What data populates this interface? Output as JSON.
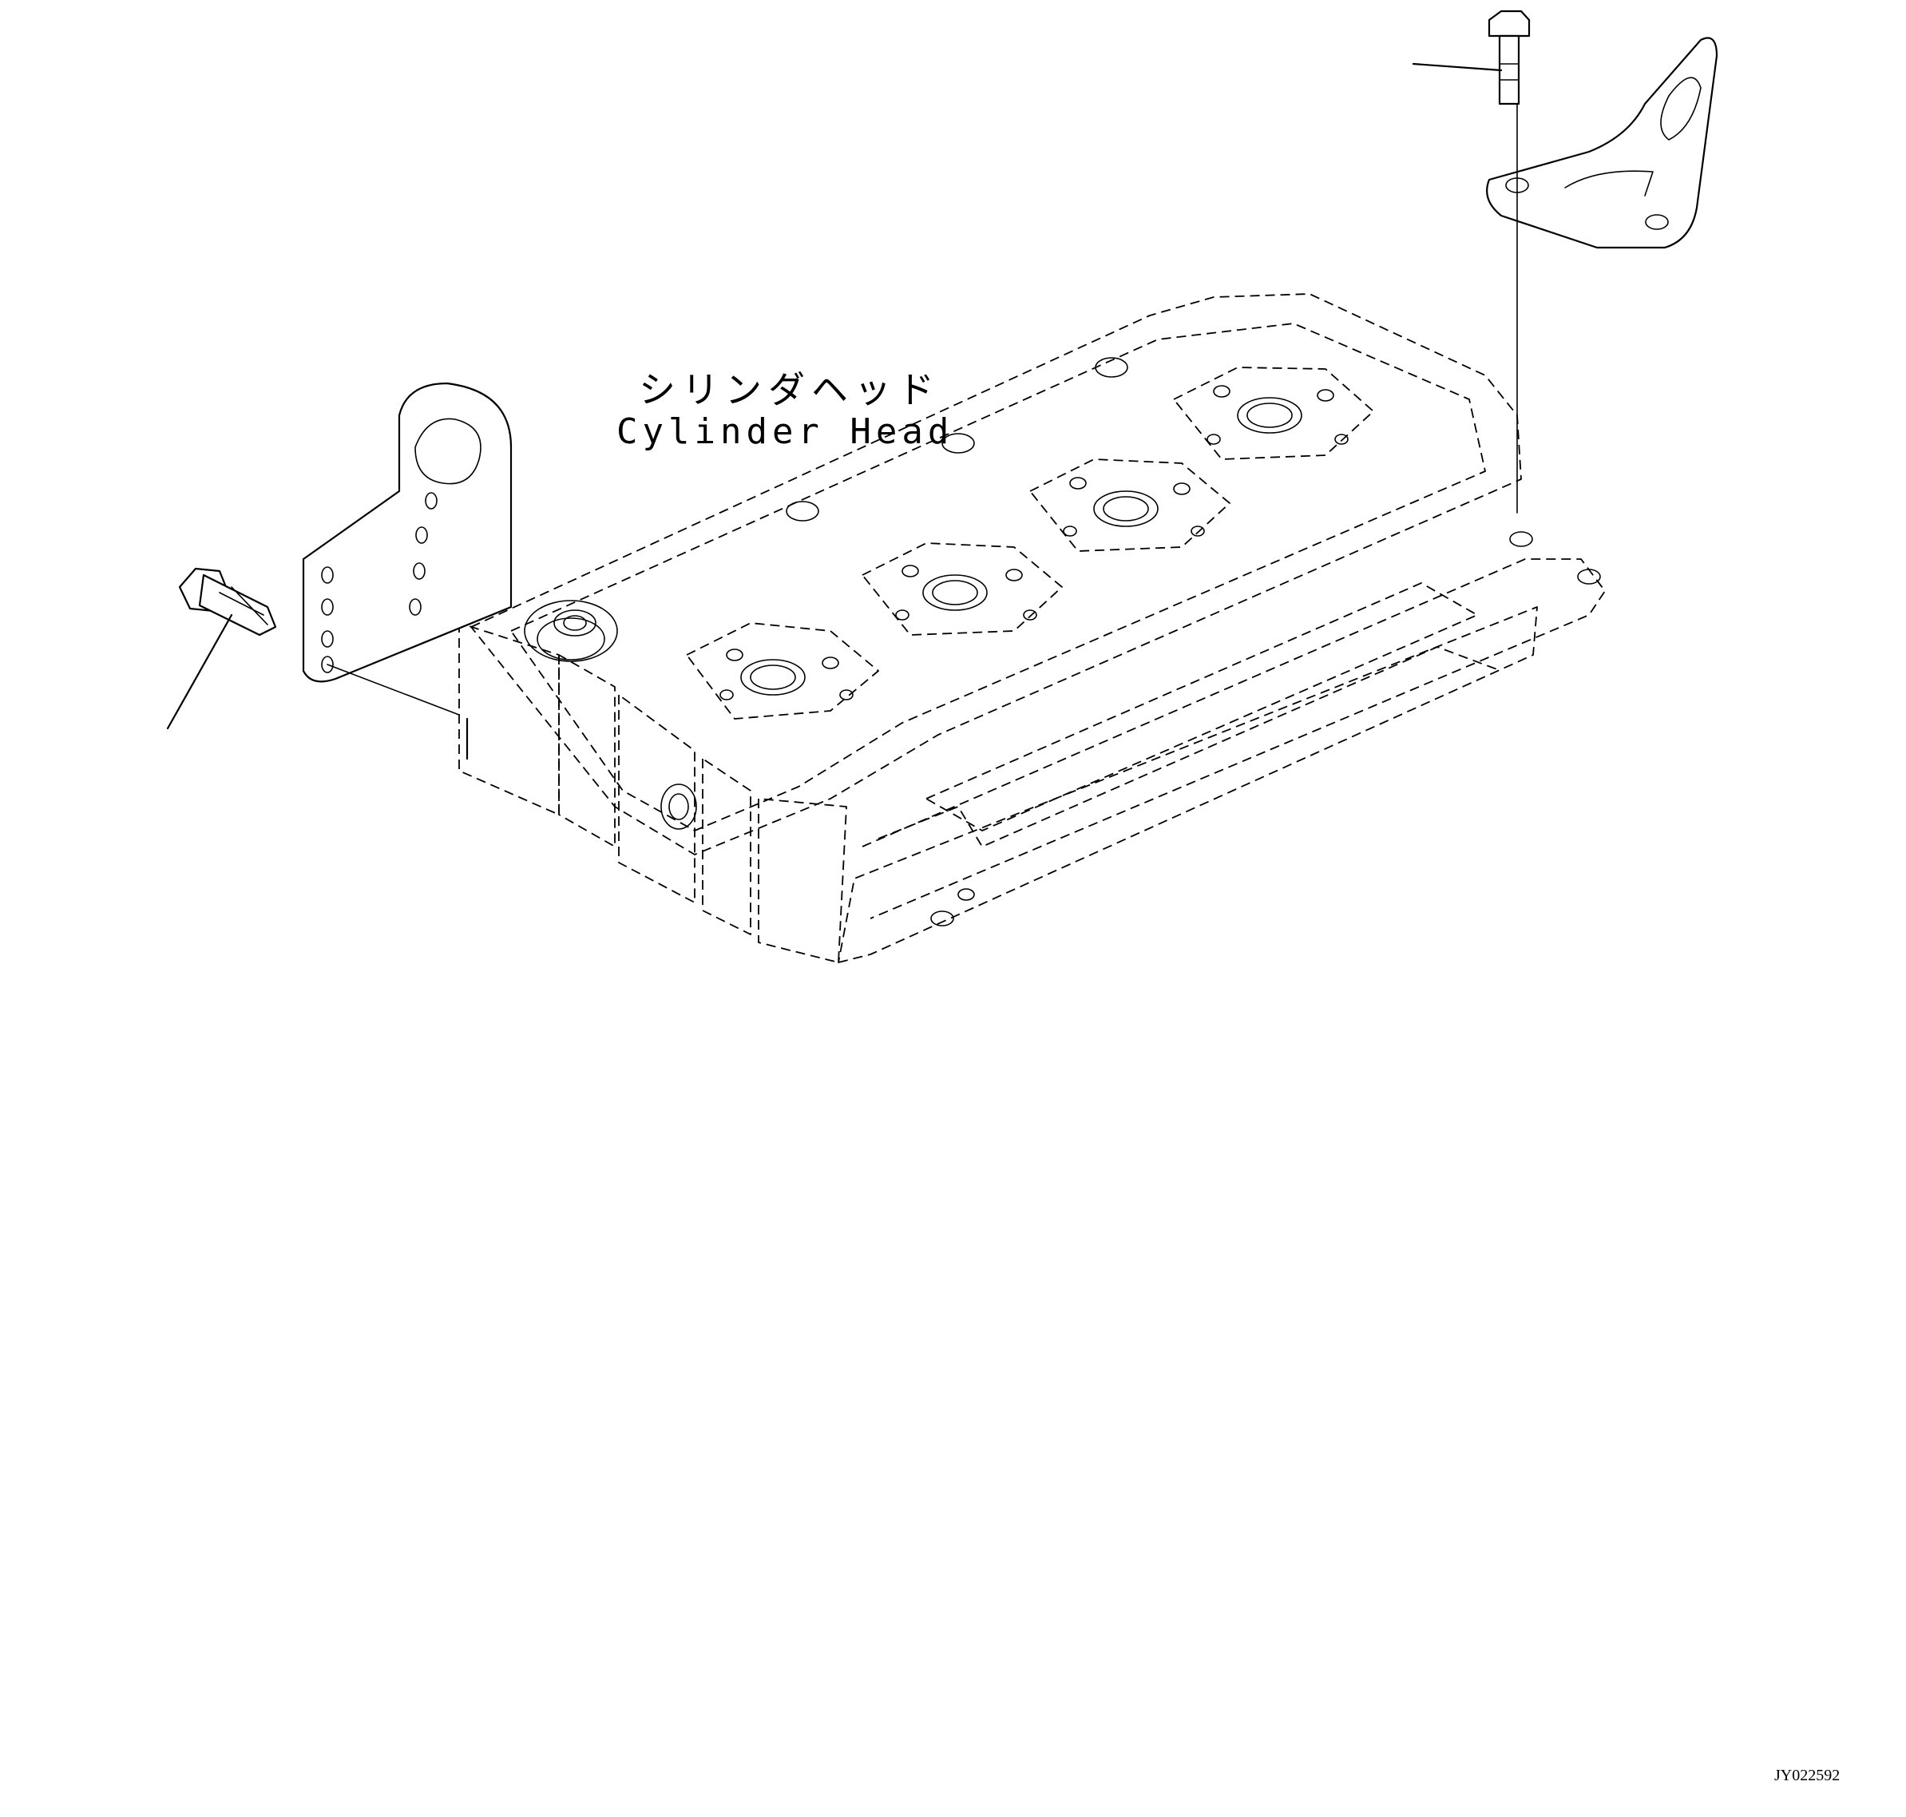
{
  "labels": {
    "part_name_jp": "シリンダヘッド",
    "part_name_en": "Cylinder Head"
  },
  "figure_id": "JY022592",
  "colors": {
    "line": "#000000",
    "background": "#ffffff"
  }
}
